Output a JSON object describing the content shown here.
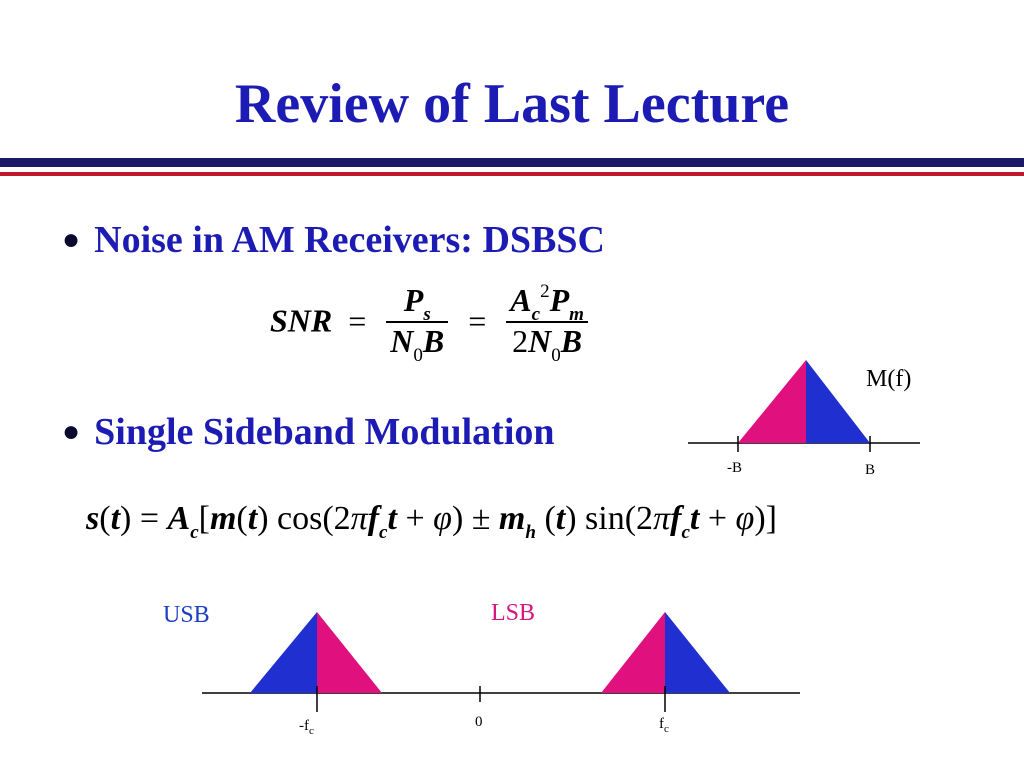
{
  "slide": {
    "title": "Review of  Last Lecture",
    "bullets": [
      {
        "text": "Noise in AM Receivers: DSBSC"
      },
      {
        "text": "Single Sideband Modulation"
      }
    ]
  },
  "equations": {
    "snr": {
      "lhs": "SNR",
      "eq": "=",
      "frac1_num": "P",
      "frac1_num_sub": "s",
      "frac1_den": "N",
      "frac1_den_sub": "0",
      "frac1_den_tail": "B",
      "frac2_num": "A",
      "frac2_num_sub": "c",
      "frac2_num_sup": "2",
      "frac2_num_tail": "P",
      "frac2_num_tail_sub": "m",
      "frac2_den_coef": "2",
      "frac2_den": "N",
      "frac2_den_sub": "0",
      "frac2_den_tail": "B"
    },
    "ssb": {
      "p1": "s",
      "p2": "(",
      "p3": "t",
      "p4": ") = ",
      "p5": "A",
      "p5s": "c",
      "p6": "[",
      "p7": "m",
      "p8": "(",
      "p9": "t",
      "p10": ") cos(2",
      "p11": "π",
      "p12": "f",
      "p12s": "c",
      "p13": "t",
      "p14": " + ",
      "p15": "φ",
      "p16": ") ± ",
      "p17": "m",
      "p17s": "h",
      "p18": " (",
      "p19": "t",
      "p20": ") sin(2",
      "p21": "π",
      "p22": "f",
      "p22s": "c",
      "p23": "t",
      "p24": " + ",
      "p25": "φ",
      "p26": ")]"
    }
  },
  "baseband_plot": {
    "label": "M(f)",
    "ticks": [
      "-B",
      "B"
    ],
    "colors": {
      "left": "#e0117f",
      "right": "#1f2fd0"
    }
  },
  "passband_plot": {
    "usb_label": "USB",
    "lsb_label": "LSB",
    "ticks": {
      "neg": "-f",
      "neg_sub": "c",
      "zero": "0",
      "pos": "f",
      "pos_sub": "c"
    },
    "colors": {
      "blue": "#1f2fd0",
      "pink": "#e0117f"
    }
  }
}
